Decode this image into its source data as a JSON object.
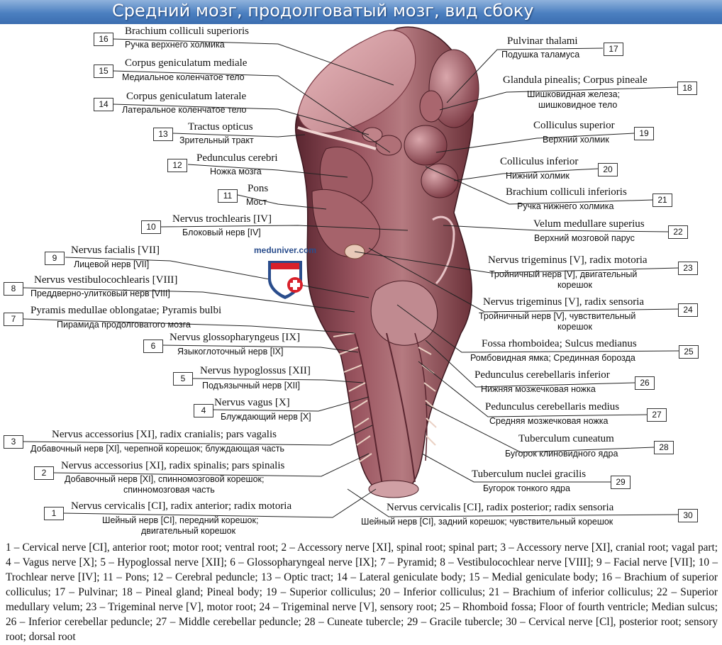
{
  "title": "Средний мозг, продолговатый мозг, вид сбоку",
  "watermark": {
    "site": "meduniver.com"
  },
  "colors": {
    "title_bar": "#4b7fc0",
    "tissue": "#8c4650",
    "tissue_dark": "#5a2630",
    "tissue_light": "#c98f95",
    "nerve": "#e8c9b8",
    "logo_red": "#d8202a",
    "logo_blue": "#2a4d8c"
  },
  "labels": [
    {
      "num": "1",
      "latin": "Nervus cervicalis [CI], radix anterior; radix motoria",
      "russian": "Шейный нерв [CI], передний корешок;",
      "russian2": "двигательный корешок"
    },
    {
      "num": "2",
      "latin": "Nervus accessorius [XI], radix spinalis; pars spinalis",
      "russian": "Добавочный нерв [XI], спинномозговой корешок;",
      "russian2": "спинномозговая часть"
    },
    {
      "num": "3",
      "latin": "Nervus accessorius [XI], radix cranialis; pars vagalis",
      "russian": "Добавочный нерв [XI], черепной корешок; блуждающая часть",
      "russian2": ""
    },
    {
      "num": "4",
      "latin": "Nervus vagus [X]",
      "russian": "Блуждающий нерв [X]",
      "russian2": ""
    },
    {
      "num": "5",
      "latin": "Nervus hypoglossus [XII]",
      "russian": "Подъязычный нерв [XII]",
      "russian2": ""
    },
    {
      "num": "6",
      "latin": "Nervus glossopharyngeus [IX]",
      "russian": "Языкоглоточный нерв [IX]",
      "russian2": ""
    },
    {
      "num": "7",
      "latin": "Pyramis medullae oblongatae; Pyramis bulbi",
      "russian": "Пирамида продолговатого мозга",
      "russian2": ""
    },
    {
      "num": "8",
      "latin": "Nervus vestibulocochlearis [VIII]",
      "russian": "Преддверно-улитковый нерв [VIII]",
      "russian2": ""
    },
    {
      "num": "9",
      "latin": "Nervus facialis [VII]",
      "russian": "Лицевой нерв [VII]",
      "russian2": ""
    },
    {
      "num": "10",
      "latin": "Nervus trochlearis [IV]",
      "russian": "Блоковый нерв [IV]",
      "russian2": ""
    },
    {
      "num": "11",
      "latin": "Pons",
      "russian": "Мост",
      "russian2": ""
    },
    {
      "num": "12",
      "latin": "Pedunculus cerebri",
      "russian": "Ножка мозга",
      "russian2": ""
    },
    {
      "num": "13",
      "latin": "Tractus opticus",
      "russian": "Зрительный тракт",
      "russian2": ""
    },
    {
      "num": "14",
      "latin": "Corpus geniculatum laterale",
      "russian": "Латеральное коленчатое тело",
      "russian2": ""
    },
    {
      "num": "15",
      "latin": "Corpus geniculatum mediale",
      "russian": "Медиальное коленчатое тело",
      "russian2": ""
    },
    {
      "num": "16",
      "latin": "Brachium colliculi superioris",
      "russian": "Ручка верхнего холмика",
      "russian2": ""
    },
    {
      "num": "17",
      "latin": "Pulvinar thalami",
      "russian": "Подушка таламуса",
      "russian2": ""
    },
    {
      "num": "18",
      "latin": "Glandula pinealis; Corpus pineale",
      "russian": "Шишковидная железа;",
      "russian2": "шишковидное тело"
    },
    {
      "num": "19",
      "latin": "Colliculus superior",
      "russian": "Верхний холмик",
      "russian2": ""
    },
    {
      "num": "20",
      "latin": "Colliculus inferior",
      "russian": "Нижний холмик",
      "russian2": ""
    },
    {
      "num": "21",
      "latin": "Brachium colliculi inferioris",
      "russian": "Ручка нижнего холмика",
      "russian2": ""
    },
    {
      "num": "22",
      "latin": "Velum medullare superius",
      "russian": "Верхний мозговой парус",
      "russian2": ""
    },
    {
      "num": "23",
      "latin": "Nervus trigeminus [V], radix motoria",
      "russian": "Тройничный нерв [V], двигательный",
      "russian2": "корешок"
    },
    {
      "num": "24",
      "latin": "Nervus trigeminus [V], radix sensoria",
      "russian": "Тройничный нерв [V], чувствительный",
      "russian2": "корешок"
    },
    {
      "num": "25",
      "latin": "Fossa rhomboidea; Sulcus medianus",
      "russian": "Ромбовидная ямка; Срединная борозда",
      "russian2": ""
    },
    {
      "num": "26",
      "latin": "Pedunculus cerebellaris inferior",
      "russian": "Нижняя мозжечковая ножка",
      "russian2": ""
    },
    {
      "num": "27",
      "latin": "Pedunculus cerebellaris medius",
      "russian": "Средняя мозжечковая ножка",
      "russian2": ""
    },
    {
      "num": "28",
      "latin": "Tuberculum cuneatum",
      "russian": "Бугорок клиновидного ядра",
      "russian2": ""
    },
    {
      "num": "29",
      "latin": "Tuberculum nuclei gracilis",
      "russian": "Бугорок тонкого ядра",
      "russian2": ""
    },
    {
      "num": "30",
      "latin": "Nervus cervicalis [CI], radix posterior; radix sensoria",
      "russian": "Шейный нерв [CI], задний корешок; чувствительный корешок",
      "russian2": ""
    }
  ],
  "legend": "1 – Cervical nerve [CI], anterior root; motor root; ventral root; 2 – Accessory nerve [XI], spinal root; spinal part; 3 – Accessory nerve [XI], cranial root; vagal part; 4 – Vagus nerve [X]; 5 – Hypoglossal nerve [XII]; 6 – Glossopharyngeal nerve [IX]; 7 – Pyramid; 8 – Vestibulocochlear nerve [VIII]; 9 – Facial nerve [VII]; 10 – Trochlear nerve [IV]; 11 – Pons; 12 – Cerebral peduncle; 13 – Optic tract; 14 – Lateral geniculate body; 15 – Medial geniculate body; 16 – Brachium of superior colliculus; 17 – Pulvinar; 18 – Pineal gland; Pineal body; 19 – Superior colliculus; 20 – Inferior colliculus; 21 – Brachium of inferior colliculus; 22 – Superior medullary velum; 23 – Trigeminal nerve [V], motor root; 24 – Trigeminal nerve [V], sensory root; 25 – Rhomboid fossa; Floor of fourth ventricle; Median sulcus; 26 – Inferior cerebellar peduncle; 27 – Middle cerebellar peduncle; 28 – Cuneate tubercle; 29 – Gracile tubercle; 30 – Cervical nerve [Cl], posterior root; sensory root; dorsal root"
}
